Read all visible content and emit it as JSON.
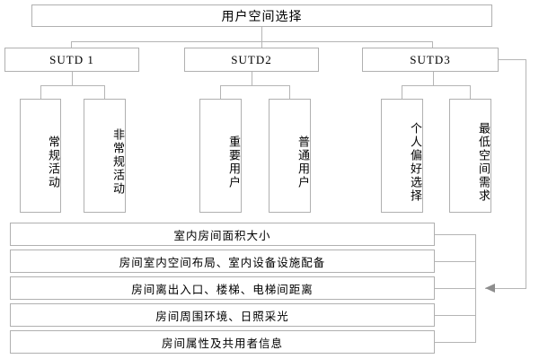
{
  "diagram": {
    "type": "hierarchy-tree",
    "root": {
      "label": "用户空间选择"
    },
    "level2": [
      {
        "label": "SUTD 1"
      },
      {
        "label": "SUTD2"
      },
      {
        "label": "SUTD3"
      }
    ],
    "leaves": [
      {
        "label": "常规活动",
        "parent": "SUTD 1"
      },
      {
        "label": "非常规活动",
        "parent": "SUTD 1"
      },
      {
        "label": "重要用户",
        "parent": "SUTD2"
      },
      {
        "label": "普通用户",
        "parent": "SUTD2"
      },
      {
        "label": "个人偏好选择",
        "parent": "SUTD3"
      },
      {
        "label": "最低空间需求",
        "parent": "SUTD3"
      }
    ],
    "attributes": [
      {
        "label": "室内房间面积大小"
      },
      {
        "label": "房间室内空间布局、室内设备设施配备"
      },
      {
        "label": "房间离出入口、楼梯、电梯间距离"
      },
      {
        "label": "房间周围环境、日照采光"
      },
      {
        "label": "房间属性及共用者信息"
      }
    ],
    "connector": {
      "name": "feedback-arrow",
      "direction": "left",
      "from": "SUTD3",
      "to": "attribute-bus"
    },
    "colors": {
      "border": "#b0b0b0",
      "line": "#b5b5b5",
      "arrow": "#8e8e8e",
      "text": "#000000",
      "background": "#ffffff"
    }
  }
}
